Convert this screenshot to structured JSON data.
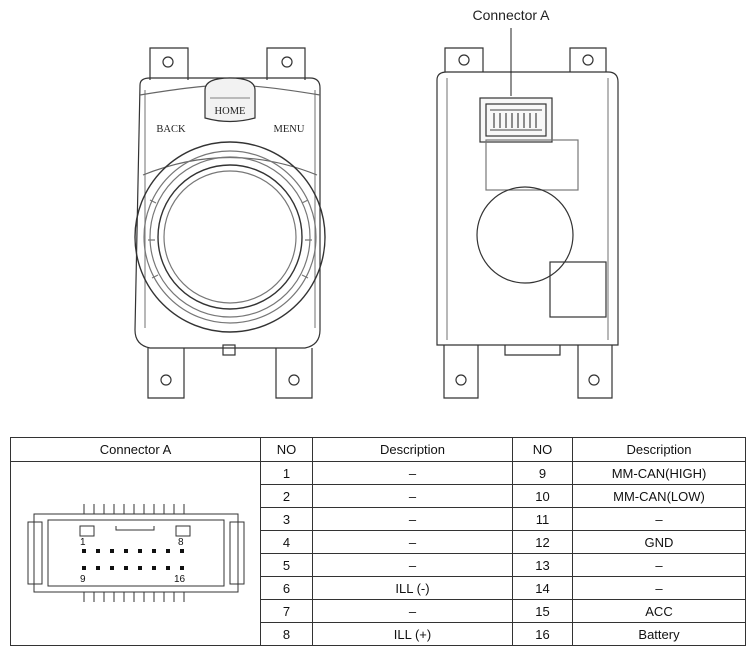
{
  "callout": {
    "connector_label": "Connector A"
  },
  "front_view": {
    "home": "HOME",
    "back": "BACK",
    "menu": "MENU"
  },
  "table": {
    "headers": {
      "connector": "Connector A",
      "no1": "NO",
      "desc1": "Description",
      "no2": "NO",
      "desc2": "Description"
    },
    "pin_labels": {
      "p1": "1",
      "p8": "8",
      "p9": "9",
      "p16": "16"
    },
    "rows": [
      {
        "no1": "1",
        "desc1": "–",
        "no2": "9",
        "desc2": "MM-CAN(HIGH)"
      },
      {
        "no1": "2",
        "desc1": "–",
        "no2": "10",
        "desc2": "MM-CAN(LOW)"
      },
      {
        "no1": "3",
        "desc1": "–",
        "no2": "11",
        "desc2": "–"
      },
      {
        "no1": "4",
        "desc1": "–",
        "no2": "12",
        "desc2": "GND"
      },
      {
        "no1": "5",
        "desc1": "–",
        "no2": "13",
        "desc2": "–"
      },
      {
        "no1": "6",
        "desc1": "ILL (-)",
        "no2": "14",
        "desc2": "–"
      },
      {
        "no1": "7",
        "desc1": "–",
        "no2": "15",
        "desc2": "ACC"
      },
      {
        "no1": "8",
        "desc1": "ILL (+)",
        "no2": "16",
        "desc2": "Battery"
      }
    ]
  }
}
